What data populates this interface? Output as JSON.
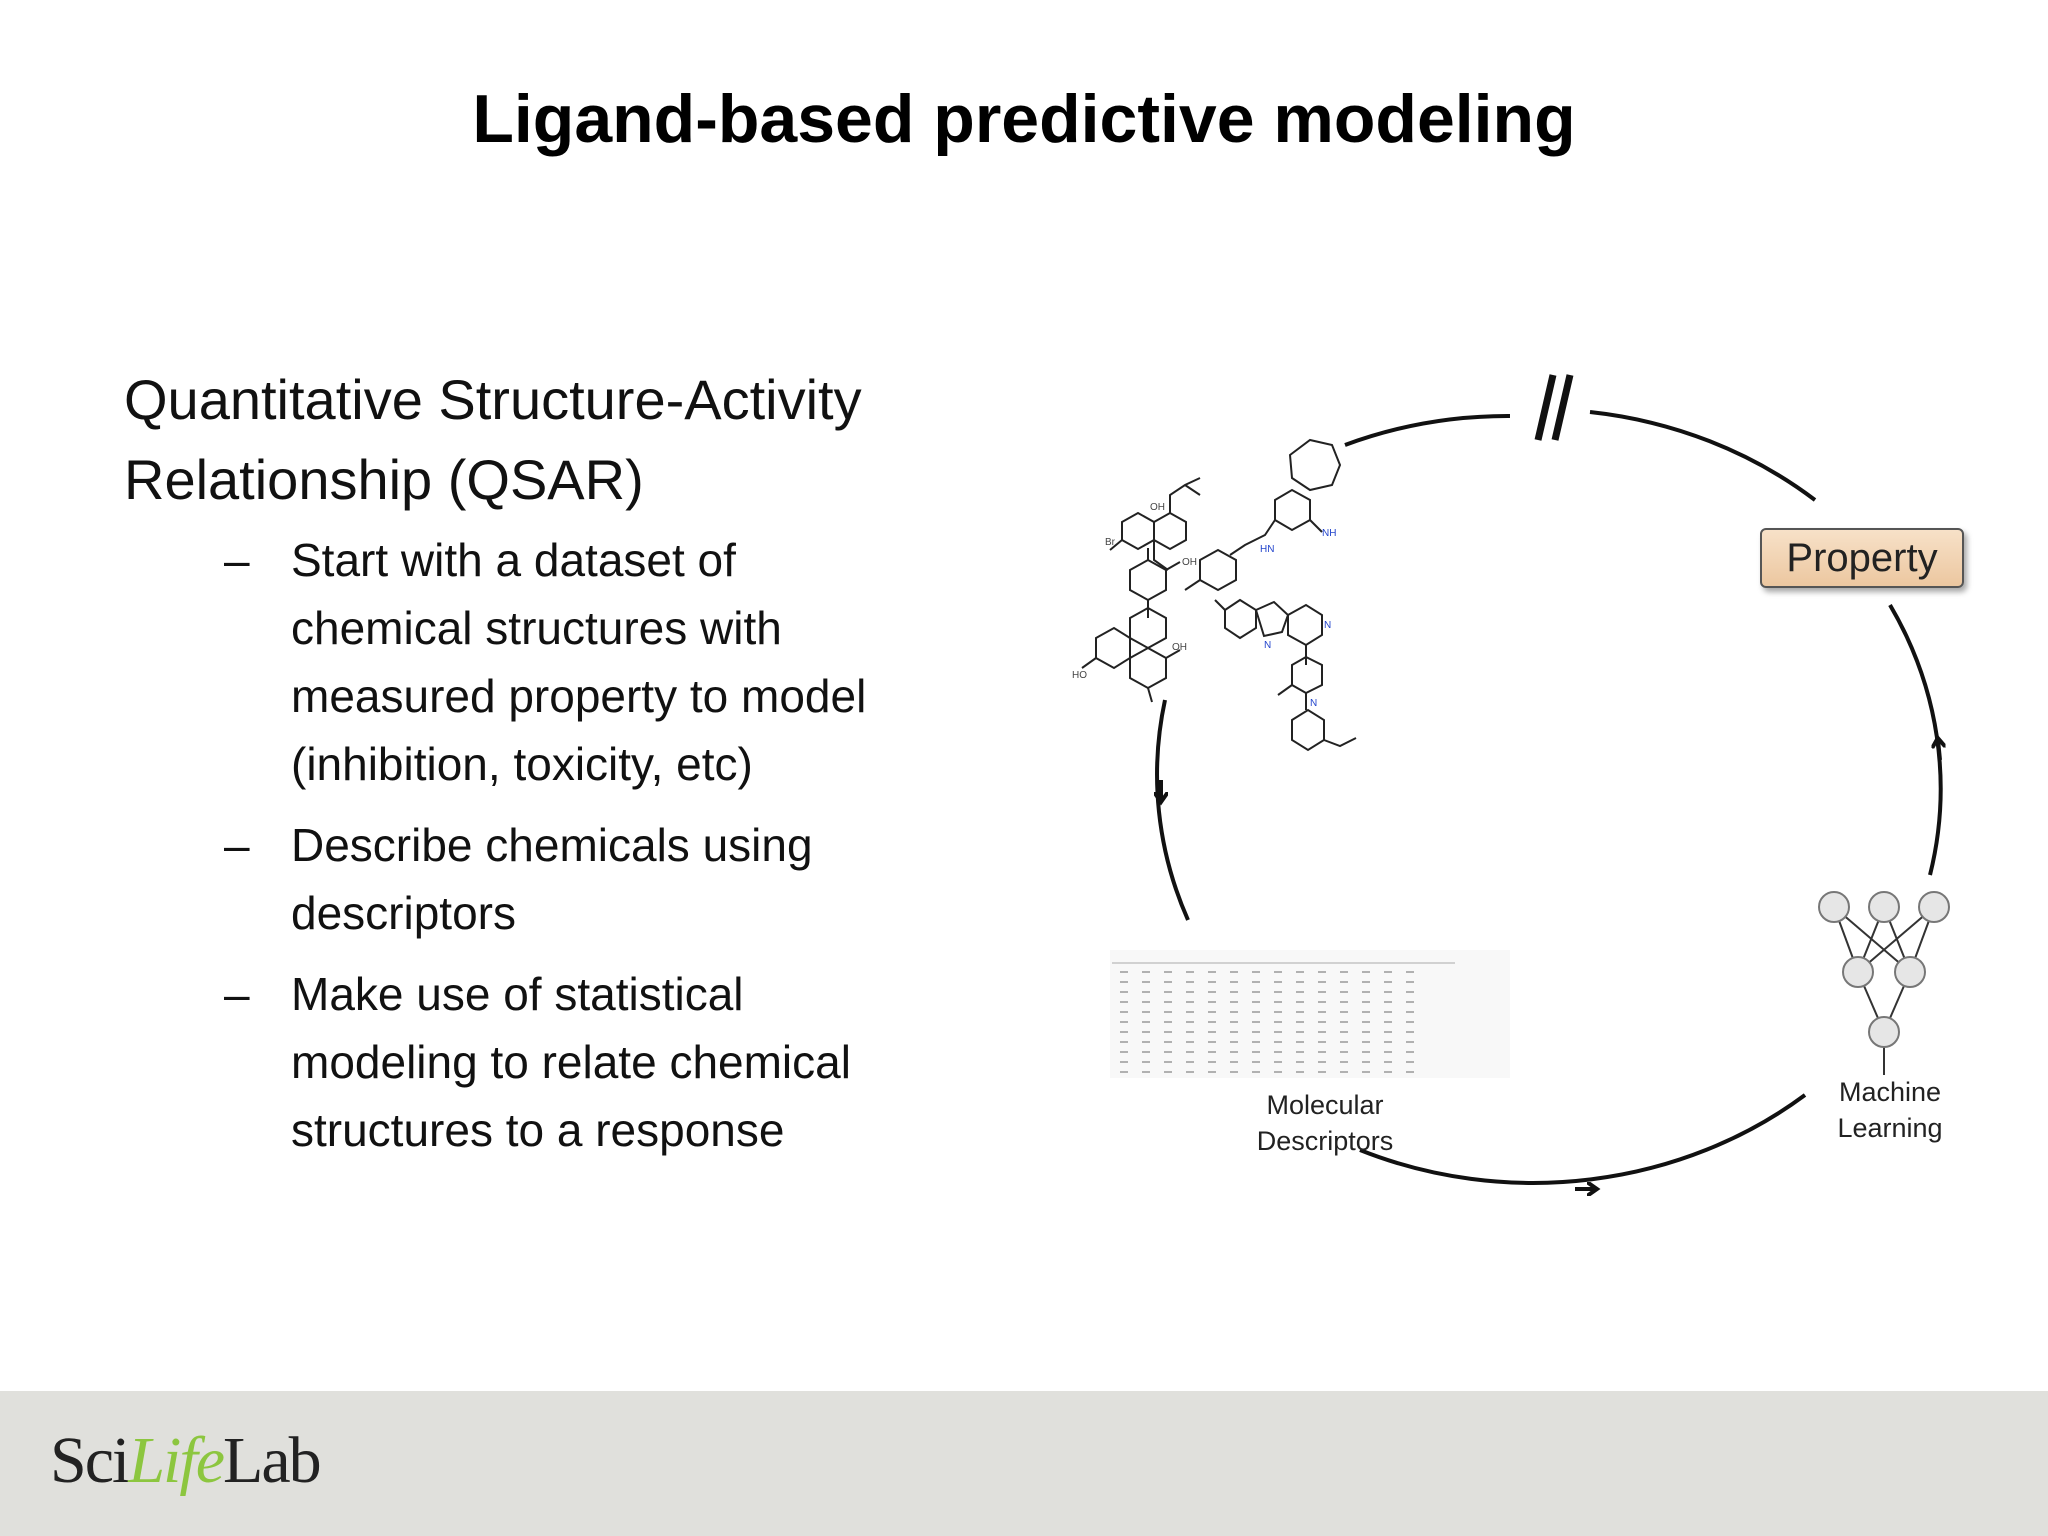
{
  "slide": {
    "title": "Ligand-based predictive modeling"
  },
  "content": {
    "main_point": [
      "Quantitative Structure-Activity",
      "Relationship (QSAR)"
    ],
    "bullets": [
      {
        "dash": "–",
        "lines": [
          "Start with a dataset of",
          "chemical structures with",
          "measured property to model",
          "(inhibition, toxicity, etc)"
        ]
      },
      {
        "dash": "–",
        "lines": [
          "Describe chemicals using",
          "descriptors"
        ]
      },
      {
        "dash": "–",
        "lines": [
          "Make use of statistical",
          "modeling to relate chemical",
          "structures to a response"
        ]
      }
    ]
  },
  "diagram": {
    "property_label": "Property",
    "descriptors_label": [
      "Molecular",
      "Descriptors"
    ],
    "ml_label": [
      "Machine",
      "Learning"
    ],
    "colors": {
      "property_fill": "#ecc7a0",
      "cycle_stroke": "#111111"
    }
  },
  "footer": {
    "logo": {
      "part1": "Sci",
      "part2": "Life",
      "part3": "Lab"
    }
  }
}
